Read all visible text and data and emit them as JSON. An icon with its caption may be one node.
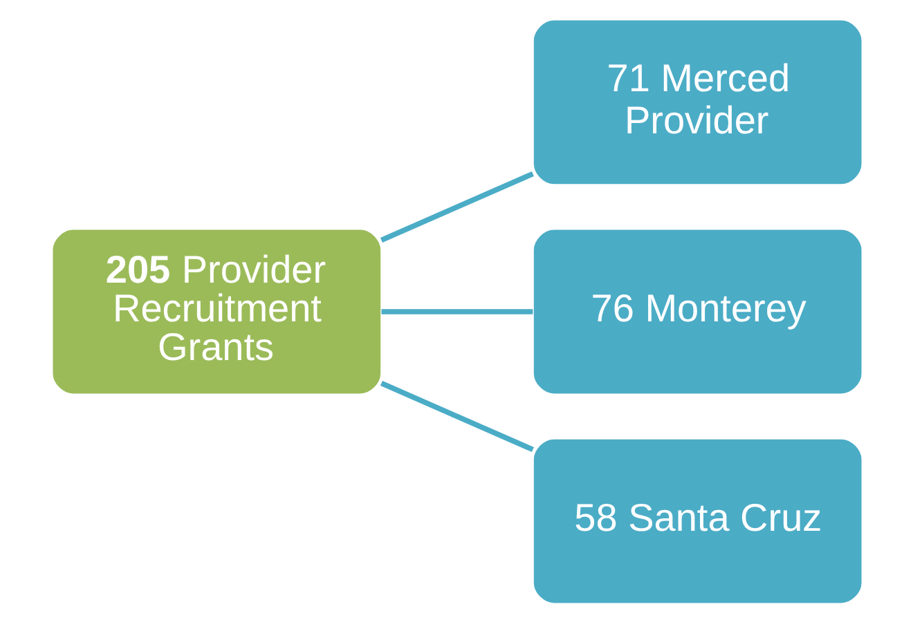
{
  "diagram": {
    "nodes": [
      {
        "text": [
          "**205** Provider Recruitment Grants"
        ]
      },
      {
        "text": [
          "71 Merced Provider"
        ]
      },
      {
        "text": [
          "76 Monterey"
        ]
      },
      {
        "text": [
          "58 Santa Cruz"
        ]
      }
    ],
    "edges": [
      {
        "from": 0,
        "to": 1,
        "arrow": "none"
      },
      {
        "from": 0,
        "to": 2,
        "arrow": "none"
      },
      {
        "from": 0,
        "to": 3,
        "arrow": "none"
      }
    ]
  }
}
